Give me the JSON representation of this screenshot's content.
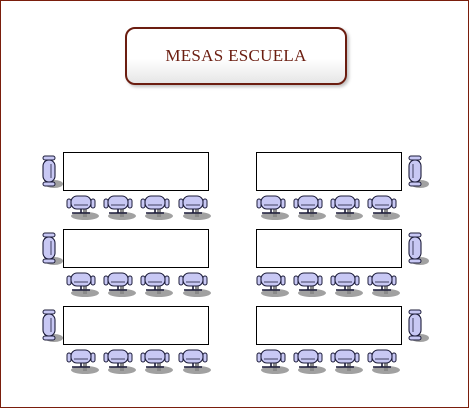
{
  "title": "MESAS ESCUELA",
  "colors": {
    "border": "#7a1e0c",
    "title_text": "#6b1d10",
    "chair_fill": "#c8c8f4",
    "chair_stroke": "#1c1c3a",
    "shadow": "#8a8a8a"
  },
  "icons": {
    "chair_front": "office-chair-icon",
    "chair_side": "office-chair-side-icon"
  },
  "groups": [
    {
      "side": "left",
      "row": 1,
      "chairs_below": 4,
      "end_chairs": 1
    },
    {
      "side": "right",
      "row": 1,
      "chairs_below": 4,
      "end_chairs": 1
    },
    {
      "side": "left",
      "row": 2,
      "chairs_below": 4,
      "end_chairs": 1
    },
    {
      "side": "right",
      "row": 2,
      "chairs_below": 4,
      "end_chairs": 1
    },
    {
      "side": "left",
      "row": 3,
      "chairs_below": 4,
      "end_chairs": 1
    },
    {
      "side": "right",
      "row": 3,
      "chairs_below": 4,
      "end_chairs": 1
    }
  ]
}
